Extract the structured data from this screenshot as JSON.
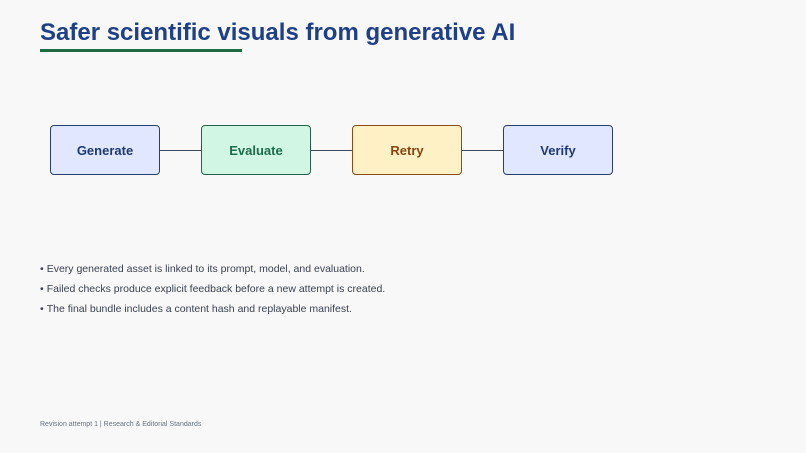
{
  "slide": {
    "title": "Safer scientific visuals from generative AI",
    "footer": "Revision attempt 1 | Research & Editorial Standards"
  },
  "flow": {
    "nodes": [
      {
        "label": "Generate"
      },
      {
        "label": "Evaluate"
      },
      {
        "label": "Retry"
      },
      {
        "label": "Verify"
      }
    ]
  },
  "bullets": [
    "Every generated asset is linked to its prompt, model, and evaluation.",
    "Failed checks produce explicit feedback before a new attempt is created.",
    "The final bundle includes a content hash and replayable manifest."
  ],
  "colors": {
    "title": "#1f3f87",
    "title_rule": "#1f6b43",
    "generate_fill": "#e1e7ff",
    "evaluate_fill": "#d2f6e4",
    "retry_fill": "#fdf1c5",
    "verify_fill": "#e1e7ff",
    "connector": "#3c4a5c"
  }
}
